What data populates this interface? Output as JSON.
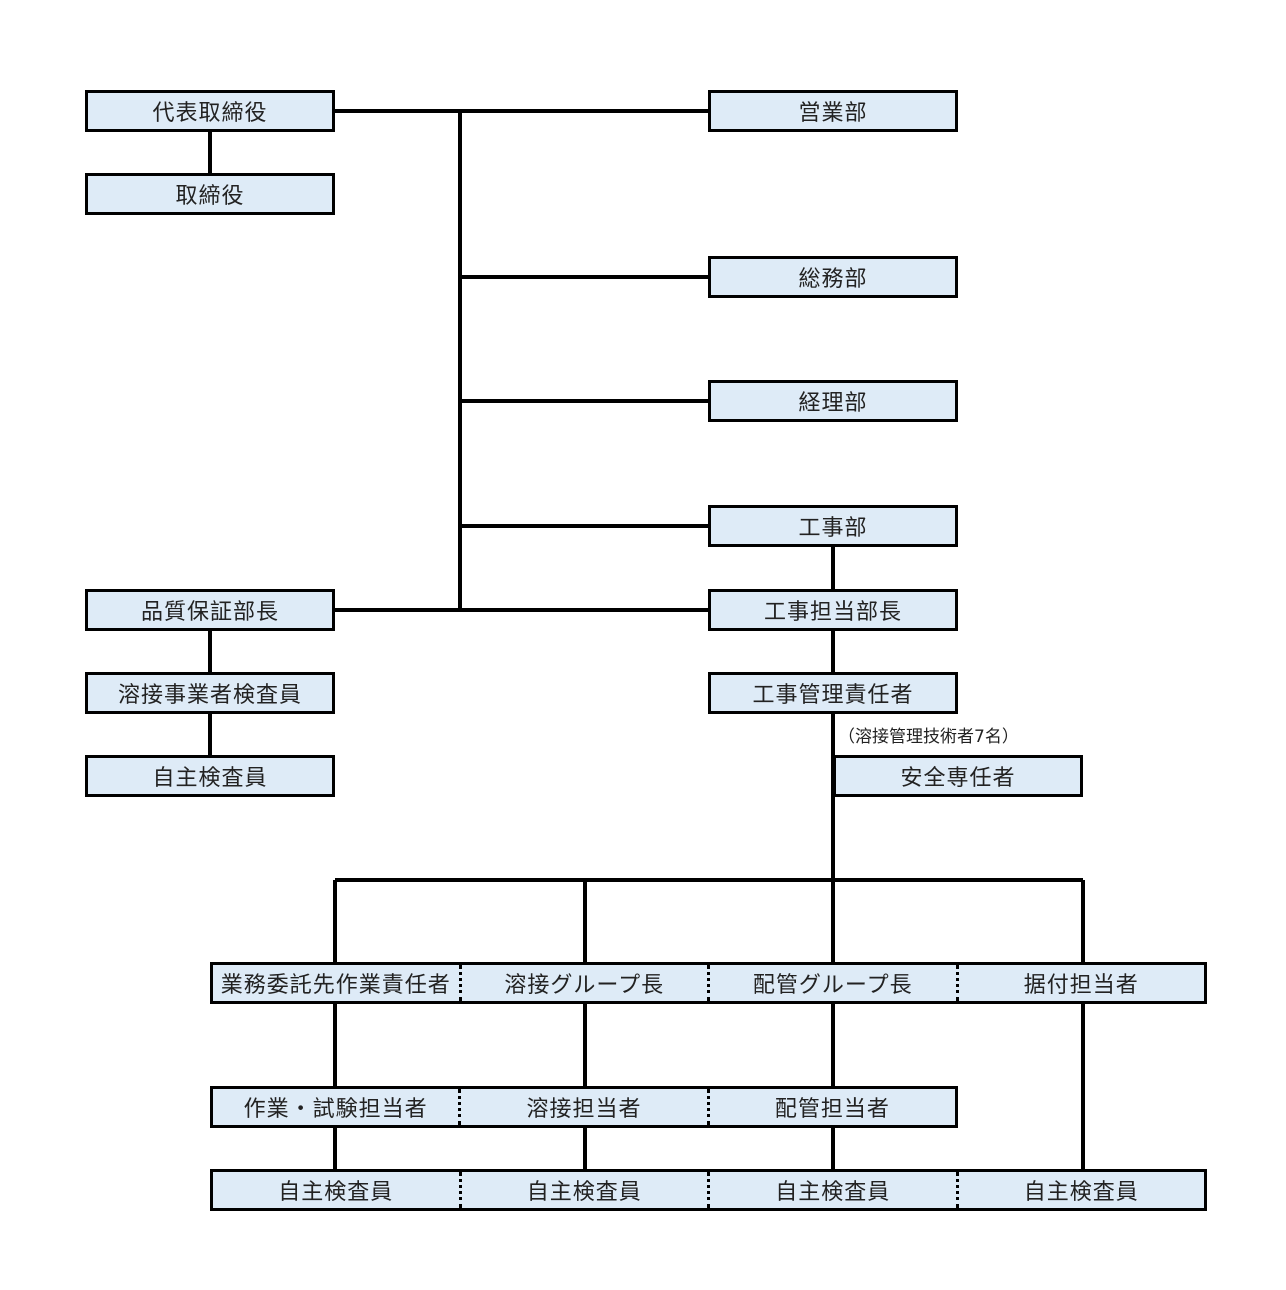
{
  "boxes": {
    "ceo": "代表取締役",
    "director": "取締役",
    "sales": "営業部",
    "general_affairs": "総務部",
    "accounting": "経理部",
    "construction": "工事部",
    "construction_manager": "工事担当部長",
    "qa_manager": "品質保証部長",
    "welding_inspector": "溶接事業者検査員",
    "self_inspector_left": "自主検査員",
    "construction_supervisor": "工事管理責任者",
    "safety_officer": "安全専任者"
  },
  "note": "（溶接管理技術者7名）",
  "row_groups": [
    "業務委託先作業責任者",
    "溶接グループ長",
    "配管グループ長",
    "据付担当者"
  ],
  "row_staff": [
    "作業・試験担当者",
    "溶接担当者",
    "配管担当者"
  ],
  "row_inspectors": [
    "自主検査員",
    "自主検査員",
    "自主検査員",
    "自主検査員"
  ]
}
